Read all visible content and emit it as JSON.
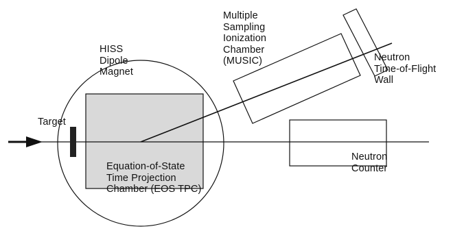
{
  "labels": {
    "target": "Target",
    "magnet": "HISS\nDipole\nMagnet",
    "music": "Multiple\nSampling\nIonization\nChamber\n(MUSIC)",
    "tof_wall": "Neutron\nTime-of-Flight\nWall",
    "tpc": "Equation-of-State\nTime Projection\nChamber (EOS TPC)",
    "neutron_counter": "Neutron\nCounter"
  },
  "colors": {
    "line": "#111111",
    "tpc_fill": "#d9d9d9",
    "target_fill": "#222222",
    "background": "#ffffff"
  }
}
